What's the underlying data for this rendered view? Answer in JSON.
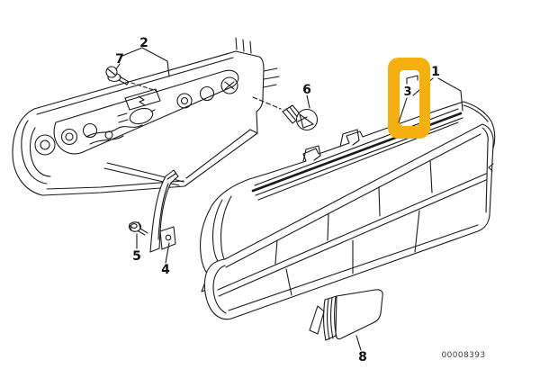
{
  "diagram": {
    "callouts": {
      "c1": "1",
      "c2": "2",
      "c3": "3",
      "c4": "4",
      "c5": "5",
      "c6": "6",
      "c7": "7",
      "c8": "8"
    },
    "document_number": "00008393"
  },
  "colors": {
    "highlight": "#F5AF0E",
    "line": "#1A1A1A",
    "background": "#FFFFFF",
    "doc_number_text": "#3D3D3D"
  }
}
